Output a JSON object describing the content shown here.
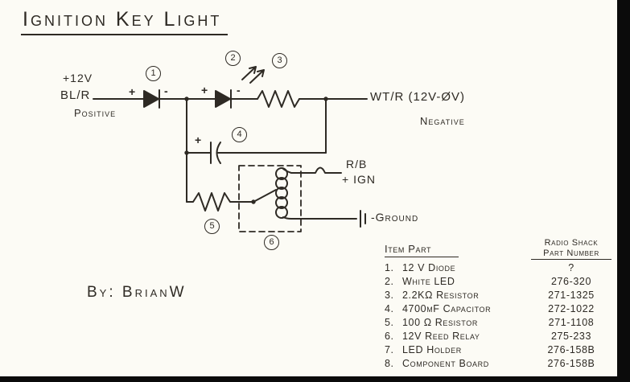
{
  "title": "Ignition Key Light",
  "byline": "By: BrianW",
  "labels": {
    "supply_voltage": "+12V",
    "supply_wire": "BL/R",
    "supply_polarity": "Positive",
    "return_wire": "WT/R (12V-ØV)",
    "return_polarity": "Negative",
    "ignition_wire": "R/B",
    "ignition_name": "+ IGN",
    "ground_name": "-Ground",
    "plus": "+",
    "minus": "-"
  },
  "callouts": {
    "diode": "1",
    "led": "2",
    "resistor_2k2": "3",
    "capacitor": "4",
    "resistor_100": "5",
    "reed_relay": "6"
  },
  "parts_table": {
    "col_item_part": "Item Part",
    "vendor_line1": "Radio Shack",
    "vendor_line2": "Part Number",
    "rows": [
      {
        "num": "1.",
        "part": "12 V Diode",
        "part_number": "?"
      },
      {
        "num": "2.",
        "part": "White LED",
        "part_number": "276-320"
      },
      {
        "num": "3.",
        "part": "2.2KΩ Resistor",
        "part_number": "271-1325"
      },
      {
        "num": "4.",
        "part": "4700μF Capacitor",
        "part_number": "272-1022"
      },
      {
        "num": "5.",
        "part": "100 Ω Resistor",
        "part_number": "271-1108"
      },
      {
        "num": "6.",
        "part": "12V Reed Relay",
        "part_number": "275-233"
      },
      {
        "num": "7.",
        "part": "LED Holder",
        "part_number": "276-158B"
      },
      {
        "num": "8.",
        "part": "Component Board",
        "part_number": "276-158B"
      }
    ]
  }
}
